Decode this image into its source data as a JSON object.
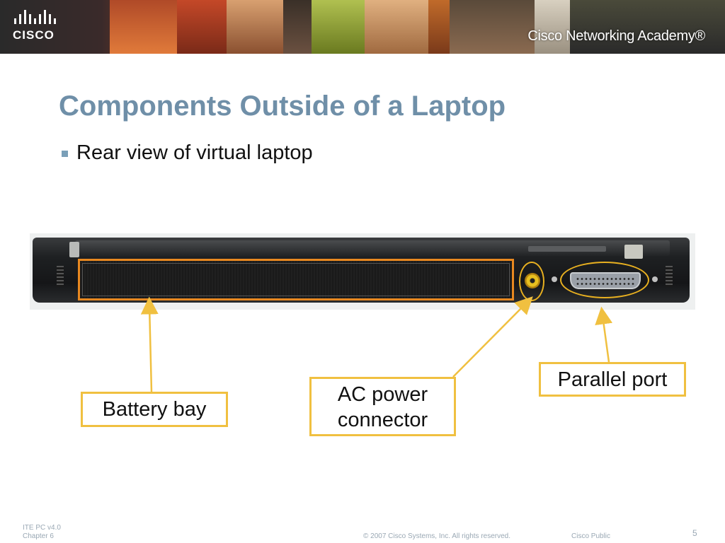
{
  "header": {
    "logo_text": "CISCO",
    "academy_title": "Cisco Networking Academy®"
  },
  "slide": {
    "title": "Components Outside of a Laptop",
    "bullet": "Rear view of virtual laptop"
  },
  "callouts": {
    "battery": "Battery bay",
    "ac_line1": "AC power",
    "ac_line2": "connector",
    "parallel": "Parallel port"
  },
  "colors": {
    "title": "#6f8fa8",
    "callout_border": "#f0c040",
    "highlight_orange": "#e88820",
    "highlight_yellow": "#e8b020"
  },
  "footer": {
    "course": "ITE PC v4.0",
    "chapter": "Chapter 6",
    "copyright": "© 2007 Cisco Systems, Inc. All rights reserved.",
    "classification": "Cisco Public",
    "page_number": "5"
  }
}
